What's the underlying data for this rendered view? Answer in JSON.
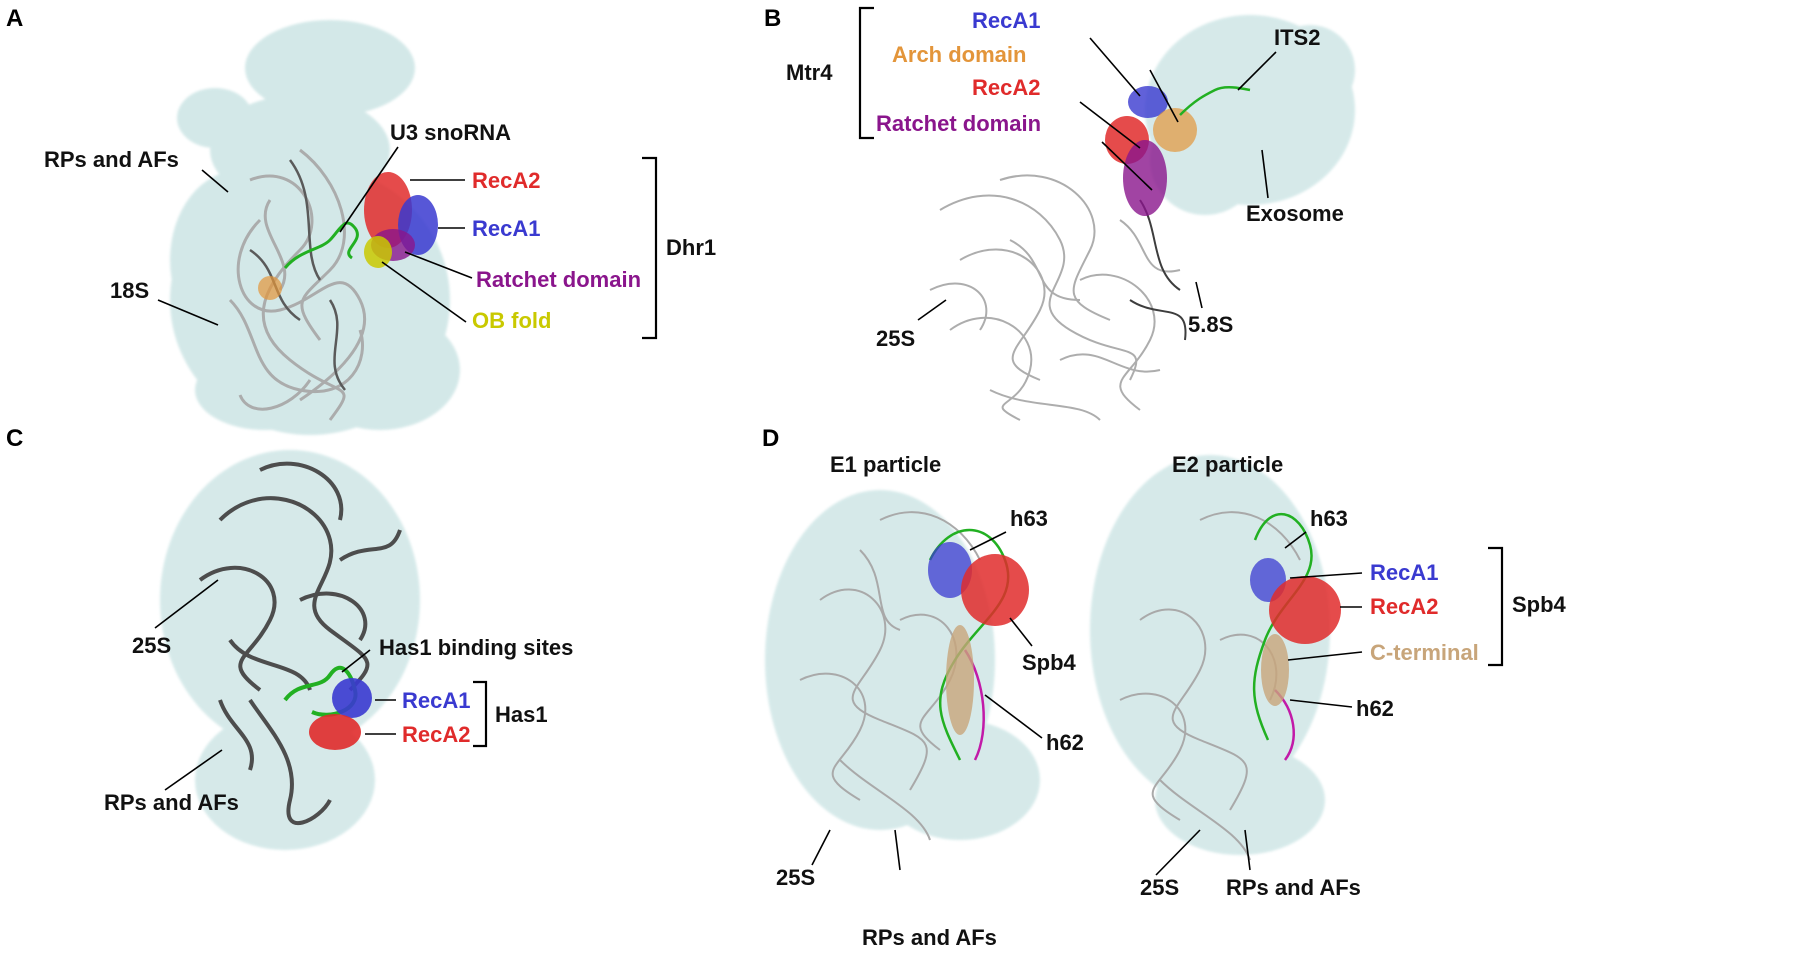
{
  "colors": {
    "surface": "#cfe6e6",
    "rna_light": "#a9a9a9",
    "rna_dark": "#3d3d3d",
    "recA1": "#3a3ad0",
    "recA2": "#e02b2b",
    "arch": "#e3953a",
    "ratchet": "#8a158c",
    "ob": "#c9c900",
    "cterm": "#c8a57a",
    "green": "#22b022",
    "magenta": "#c21aa8",
    "text": "#111111"
  },
  "panelA": {
    "letter": "A",
    "rps": "RPs and AFs",
    "s18": "18S",
    "u3": "U3 snoRNA",
    "recA2": "RecA2",
    "recA1": "RecA1",
    "ratchet": "Ratchet domain",
    "ob": "OB fold",
    "protein": "Dhr1"
  },
  "panelB": {
    "letter": "B",
    "protein": "Mtr4",
    "recA1": "RecA1",
    "arch": "Arch domain",
    "recA2": "RecA2",
    "ratchet": "Ratchet domain",
    "its2": "ITS2",
    "exosome": "Exosome",
    "s25": "25S",
    "s58": "5.8S"
  },
  "panelC": {
    "letter": "C",
    "s25": "25S",
    "sites": "Has1 binding sites",
    "recA1": "RecA1",
    "recA2": "RecA2",
    "protein": "Has1",
    "rps": "RPs and AFs"
  },
  "panelD": {
    "letter": "D",
    "e1": "E1 particle",
    "e2": "E2 particle",
    "h63a": "h63",
    "spb4a": "Spb4",
    "h62a": "h62",
    "s25a": "25S",
    "rpsa": "RPs and AFs",
    "h63b": "h63",
    "recA1": "RecA1",
    "recA2": "RecA2",
    "cterm": "C-terminal",
    "h62b": "h62",
    "protein": "Spb4",
    "s25b": "25S",
    "rpsb": "RPs and AFs"
  }
}
